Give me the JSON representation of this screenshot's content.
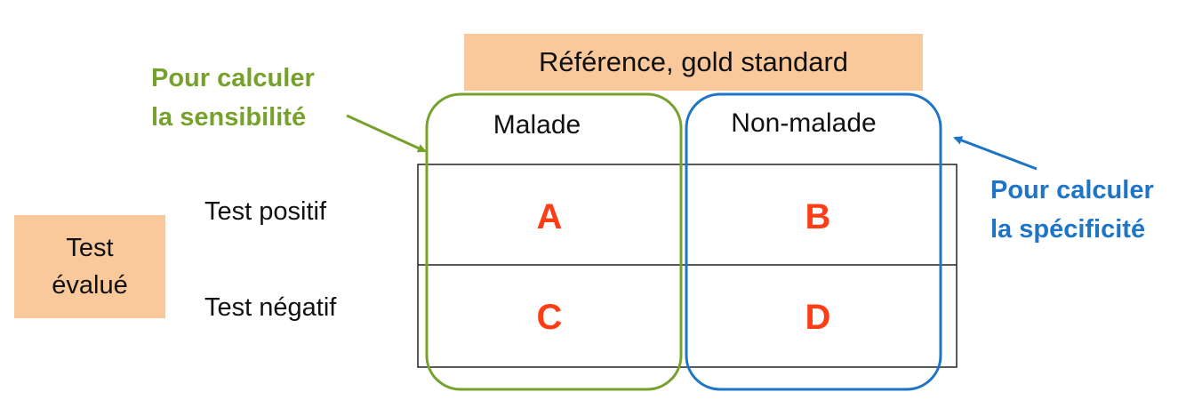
{
  "reference_label": "Référence, gold standard",
  "test_label": [
    "Test",
    "évalué"
  ],
  "columns": [
    "Malade",
    "Non-malade"
  ],
  "rows": [
    "Test positif",
    "Test négatif"
  ],
  "cells": [
    [
      "A",
      "B"
    ],
    [
      "C",
      "D"
    ]
  ],
  "note_sensitivity": [
    "Pour calculer",
    "la sensibilité"
  ],
  "note_specificity": [
    "Pour calculer",
    "la spécificité"
  ],
  "colors": {
    "label_fill": "#f9c89b",
    "sensitivity": "#76a22b",
    "specificity": "#1e74c6",
    "cell_letter": "#ff3d14"
  }
}
